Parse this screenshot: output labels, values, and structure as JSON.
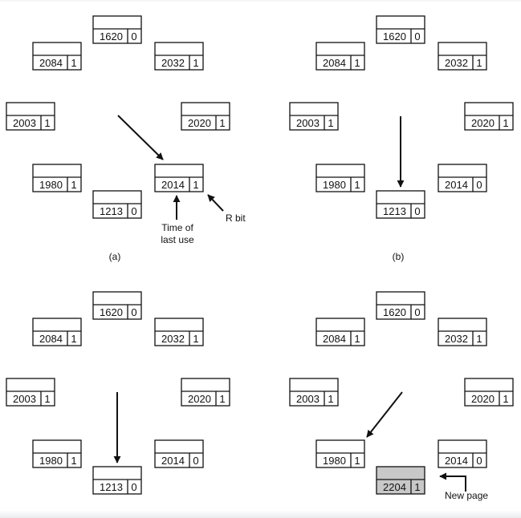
{
  "diagram": {
    "panels": [
      {
        "caption": "(a)",
        "frames": [
          {
            "time": "1620",
            "rbit": "0",
            "highlight": false
          },
          {
            "time": "2032",
            "rbit": "1",
            "highlight": false
          },
          {
            "time": "2020",
            "rbit": "1",
            "highlight": false
          },
          {
            "time": "2014",
            "rbit": "1",
            "highlight": false
          },
          {
            "time": "1213",
            "rbit": "0",
            "highlight": false
          },
          {
            "time": "1980",
            "rbit": "1",
            "highlight": false
          },
          {
            "time": "2003",
            "rbit": "1",
            "highlight": false
          },
          {
            "time": "2084",
            "rbit": "1",
            "highlight": false
          }
        ],
        "hand_points_to": "2014",
        "annotations": {
          "time_of_last_use": [
            "Time of",
            "last use"
          ],
          "r_bit": "R bit"
        }
      },
      {
        "caption": "(b)",
        "frames": [
          {
            "time": "1620",
            "rbit": "0",
            "highlight": false
          },
          {
            "time": "2032",
            "rbit": "1",
            "highlight": false
          },
          {
            "time": "2020",
            "rbit": "1",
            "highlight": false
          },
          {
            "time": "2014",
            "rbit": "0",
            "highlight": false
          },
          {
            "time": "1213",
            "rbit": "0",
            "highlight": false
          },
          {
            "time": "1980",
            "rbit": "1",
            "highlight": false
          },
          {
            "time": "2003",
            "rbit": "1",
            "highlight": false
          },
          {
            "time": "2084",
            "rbit": "1",
            "highlight": false
          }
        ],
        "hand_points_to": "1213"
      },
      {
        "caption": "",
        "frames": [
          {
            "time": "1620",
            "rbit": "0",
            "highlight": false
          },
          {
            "time": "2032",
            "rbit": "1",
            "highlight": false
          },
          {
            "time": "2020",
            "rbit": "1",
            "highlight": false
          },
          {
            "time": "2014",
            "rbit": "0",
            "highlight": false
          },
          {
            "time": "1213",
            "rbit": "0",
            "highlight": false
          },
          {
            "time": "1980",
            "rbit": "1",
            "highlight": false
          },
          {
            "time": "2003",
            "rbit": "1",
            "highlight": false
          },
          {
            "time": "2084",
            "rbit": "1",
            "highlight": false
          }
        ],
        "hand_points_to": "1213"
      },
      {
        "caption": "",
        "frames": [
          {
            "time": "1620",
            "rbit": "0",
            "highlight": false
          },
          {
            "time": "2032",
            "rbit": "1",
            "highlight": false
          },
          {
            "time": "2020",
            "rbit": "1",
            "highlight": false
          },
          {
            "time": "2014",
            "rbit": "0",
            "highlight": false
          },
          {
            "time": "2204",
            "rbit": "1",
            "highlight": true
          },
          {
            "time": "1980",
            "rbit": "1",
            "highlight": false
          },
          {
            "time": "2003",
            "rbit": "1",
            "highlight": false
          },
          {
            "time": "2084",
            "rbit": "1",
            "highlight": false
          }
        ],
        "hand_points_to": "1980",
        "annotations": {
          "new_page": "New page"
        }
      }
    ],
    "colors": {
      "ink": "#111111",
      "highlight_fill": "#c8c8c8",
      "background": "#ffffff"
    }
  }
}
